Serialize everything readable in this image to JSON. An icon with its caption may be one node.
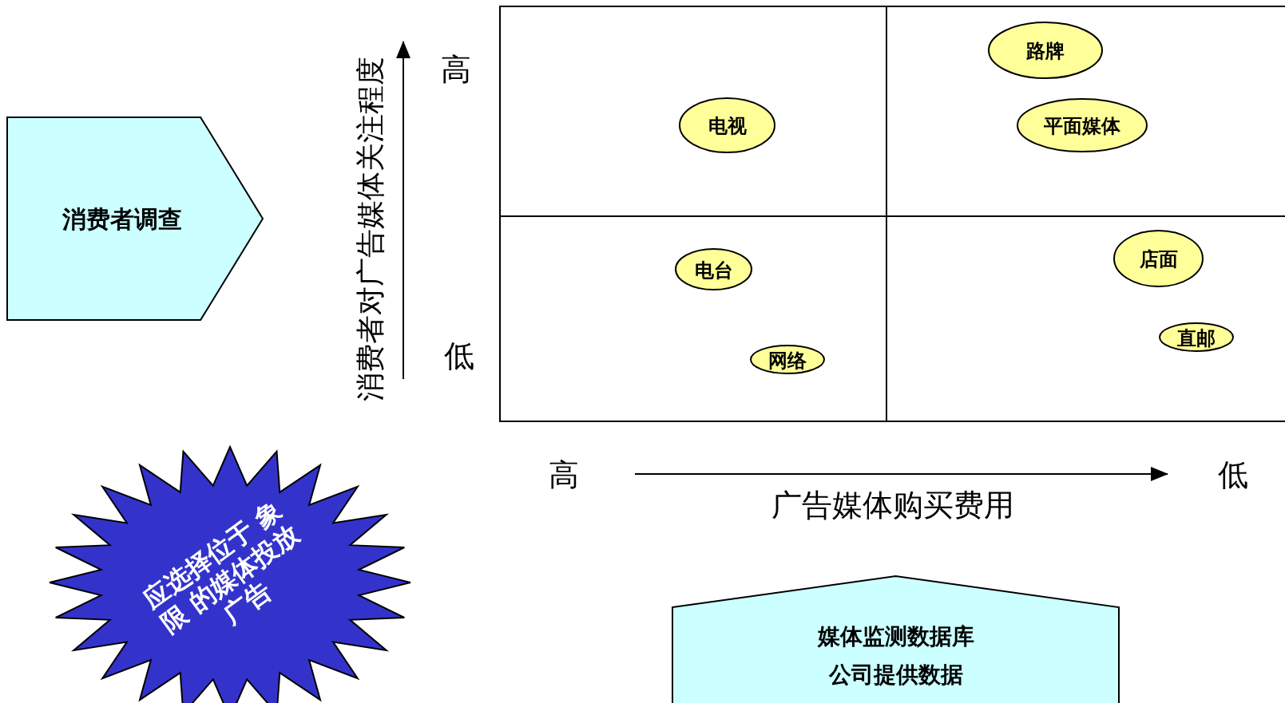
{
  "diagram": {
    "nodes": [
      {
        "text": [
          "消费者调查"
        ]
      },
      {
        "text": [
          "应选择位于 象限 的媒体投放广告"
        ]
      },
      {
        "text": [
          "电视"
        ]
      },
      {
        "text": [
          "路牌"
        ]
      },
      {
        "text": [
          "平面媒体"
        ]
      },
      {
        "text": [
          "电台"
        ]
      },
      {
        "text": [
          "网络"
        ]
      },
      {
        "text": [
          "店面"
        ]
      },
      {
        "text": [
          "直邮"
        ]
      },
      {
        "text": [
          "媒体监测数据库",
          "公司提供数据"
        ]
      }
    ],
    "edges": [],
    "labels": [
      "消费者对广告媒体关注程度",
      "高",
      "低",
      "高",
      "低",
      "广告媒体购买费用"
    ]
  }
}
